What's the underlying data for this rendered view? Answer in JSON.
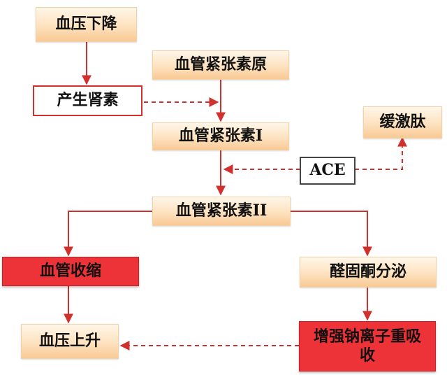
{
  "diagram": {
    "nodes": {
      "bp_drop": "血压下降",
      "renin": "产生肾素",
      "angiotensinogen": "血管紧张素原",
      "angiotensin1": "血管紧张素I",
      "bradykinin": "缓激肽",
      "ace": "ACE",
      "angiotensin2": "血管紧张素II",
      "vasoconstriction": "血管收缩",
      "aldosterone": "醛固酮分泌",
      "bp_rise": "血压上升",
      "sodium_reabsorption": "增强钠离子重吸收"
    },
    "colors": {
      "arrow": "#d0312d",
      "box_fill_light": "#fde2bf",
      "box_fill_red": "#ee3338"
    }
  }
}
